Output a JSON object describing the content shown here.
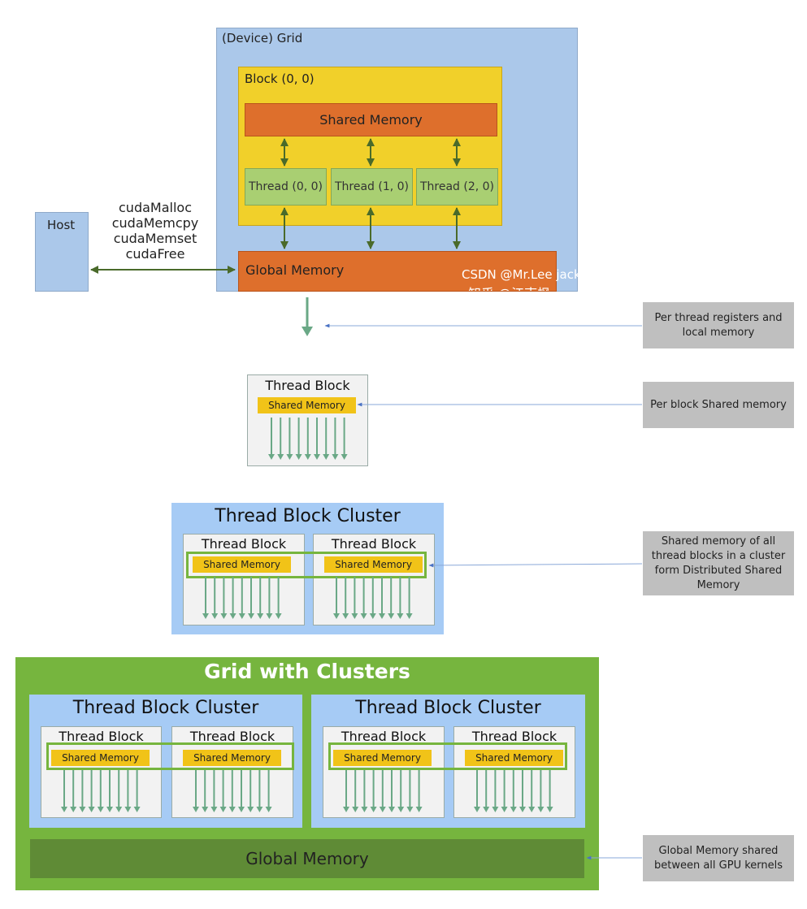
{
  "top": {
    "device_grid_label": "(Device) Grid",
    "block_label": "Block (0, 0)",
    "shared_memory_label": "Shared Memory",
    "threads": [
      "Thread (0, 0)",
      "Thread (1, 0)",
      "Thread (2, 0)"
    ],
    "global_memory_label": "Global Memory",
    "host_label": "Host",
    "api_calls": [
      "cudaMalloc",
      "cudaMemcpy",
      "cudaMemset",
      "cudaFree"
    ],
    "watermark": "CSDN @Mr.Lee jack",
    "watermark_partial": "知乎 @江南枫"
  },
  "thread_block": {
    "title": "Thread Block",
    "shared_memory_label": "Shared Memory"
  },
  "cluster": {
    "title": "Thread Block Cluster",
    "block_title": "Thread Block",
    "shared_memory_label": "Shared Memory"
  },
  "grid_with_clusters": {
    "title": "Grid with Clusters",
    "cluster_title": "Thread Block Cluster",
    "block_title": "Thread Block",
    "shared_memory_label": "Shared Memory",
    "global_memory_label": "Global Memory"
  },
  "annotations": {
    "per_thread": "Per thread registers and local memory",
    "per_block": "Per block Shared memory",
    "distributed": "Shared memory of all thread blocks in a cluster form Distributed Shared Memory",
    "global": "Global Memory shared between all GPU kernels"
  },
  "colors": {
    "grid_blue": "#abc8ea",
    "block_yellow": "#f1d02a",
    "memory_orange": "#de6f2c",
    "thread_green": "#a9cf72",
    "nvidia_green": "#76b53e",
    "global_dark_green": "#5f8b36",
    "arrow_teal": "#6aa886",
    "shared_gold": "#f1c318",
    "cluster_blue": "#a6cbf5",
    "note_gray": "#bfbfbf"
  }
}
